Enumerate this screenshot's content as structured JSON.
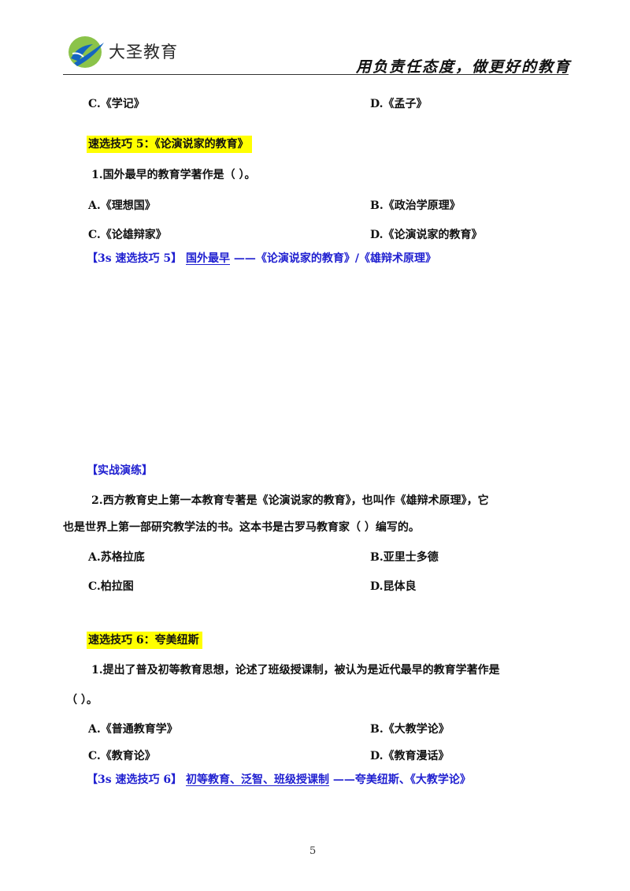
{
  "header": {
    "brand": "大圣教育",
    "slogan": "用负责任态度，做更好的教育",
    "logo_icon": "swallow-globe-logo",
    "colors": {
      "logo_green": "#8bc34a",
      "logo_blue": "#1565c0",
      "highlight": "#ffff00",
      "accent_blue": "#1f1fd0"
    }
  },
  "top_options": {
    "c": "C.《学记》",
    "d": "D.《孟子》"
  },
  "skill5": {
    "title": "速选技巧 5：《论演说家的教育》",
    "q1": {
      "text": "1.国外最早的教育学著作是（      ）。",
      "a": "A.《理想国》",
      "b": "B.《政治学原理》",
      "c": "C.《论雄辩家》",
      "d": "D.《论演说家的教育》"
    },
    "tip": {
      "prefix": "【3s 速选技巧 5】",
      "keyword": "国外最早",
      "rest": "——《论演说家的教育》/《雄辩术原理》"
    }
  },
  "practice": {
    "title": "【实战演练】",
    "q2": {
      "line1": "2.西方教育史上第一本教育专著是《论演说家的教育》，也叫作《雄辩术原理》，它",
      "line2": "也是世界上第一部研究教学法的书。这本书是古罗马教育家（      ）编写的。",
      "a": "A.苏格拉底",
      "b": "B.亚里士多德",
      "c": "C.柏拉图",
      "d": "D.昆体良"
    }
  },
  "skill6": {
    "title": "速选技巧 6：夸美纽斯",
    "q1": {
      "line1": "1.提出了普及初等教育思想，论述了班级授课制，被认为是近代最早的教育学著作是",
      "line2": "（      ）。",
      "a": "A.《普通教育学》",
      "b": "B.《大教学论》",
      "c": "C.《教育论》",
      "d": "D.《教育漫话》"
    },
    "tip": {
      "prefix": "【3s 速选技巧 6】",
      "keyword": "初等教育、泛智、班级授课制",
      "rest": "——夸美纽斯、《大教学论》"
    }
  },
  "page_number": "5"
}
